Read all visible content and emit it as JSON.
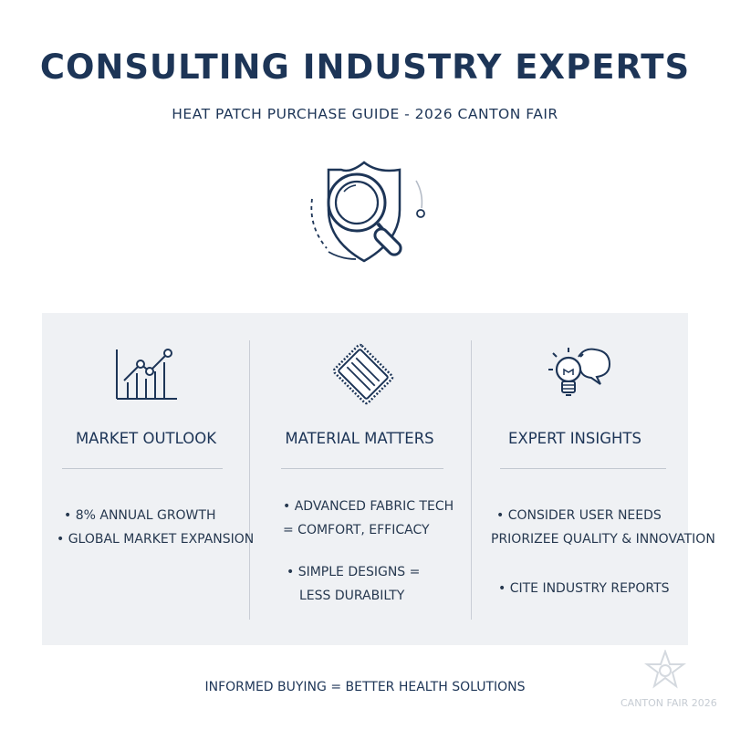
{
  "header": {
    "title": "CONSULTING INDUSTRY EXPERTS",
    "subtitle": "HEAT PATCH PURCHASE GUIDE - 2026 CANTON FAIR",
    "icon": "shield-magnifier-icon"
  },
  "columns": [
    {
      "icon": "growth-chart-icon",
      "title": "MARKET OUTLOOK",
      "lines": [
        "• 8% ANNUAL GROWTH",
        "• GLOBAL MARKET EXPANSION"
      ]
    },
    {
      "icon": "fabric-patch-icon",
      "title": "MATERIAL MATTERS",
      "lines": [
        "• ADVANCED FABRIC TECH",
        "= COMFORT, EFFICACY",
        "• SIMPLE DESIGNS =",
        "LESS DURABILTY"
      ]
    },
    {
      "icon": "lightbulb-chat-icon",
      "title": "EXPERT INSIGHTS",
      "lines": [
        "• CONSIDER USER NEEDS",
        "PRIORIZEE QUALITY & INNOVATION",
        "• CITE INDUSTRY REPORTS"
      ]
    }
  ],
  "footer": {
    "text": "INFORMED BUYING = BETTER HEALTH SOLUTIONS"
  },
  "watermark": {
    "text": "CANTON FAIR 2026",
    "icon": "star-logo-icon"
  },
  "colors": {
    "navy": "#1d3557",
    "panel": "#eff1f4",
    "divider": "#c9ced6"
  }
}
